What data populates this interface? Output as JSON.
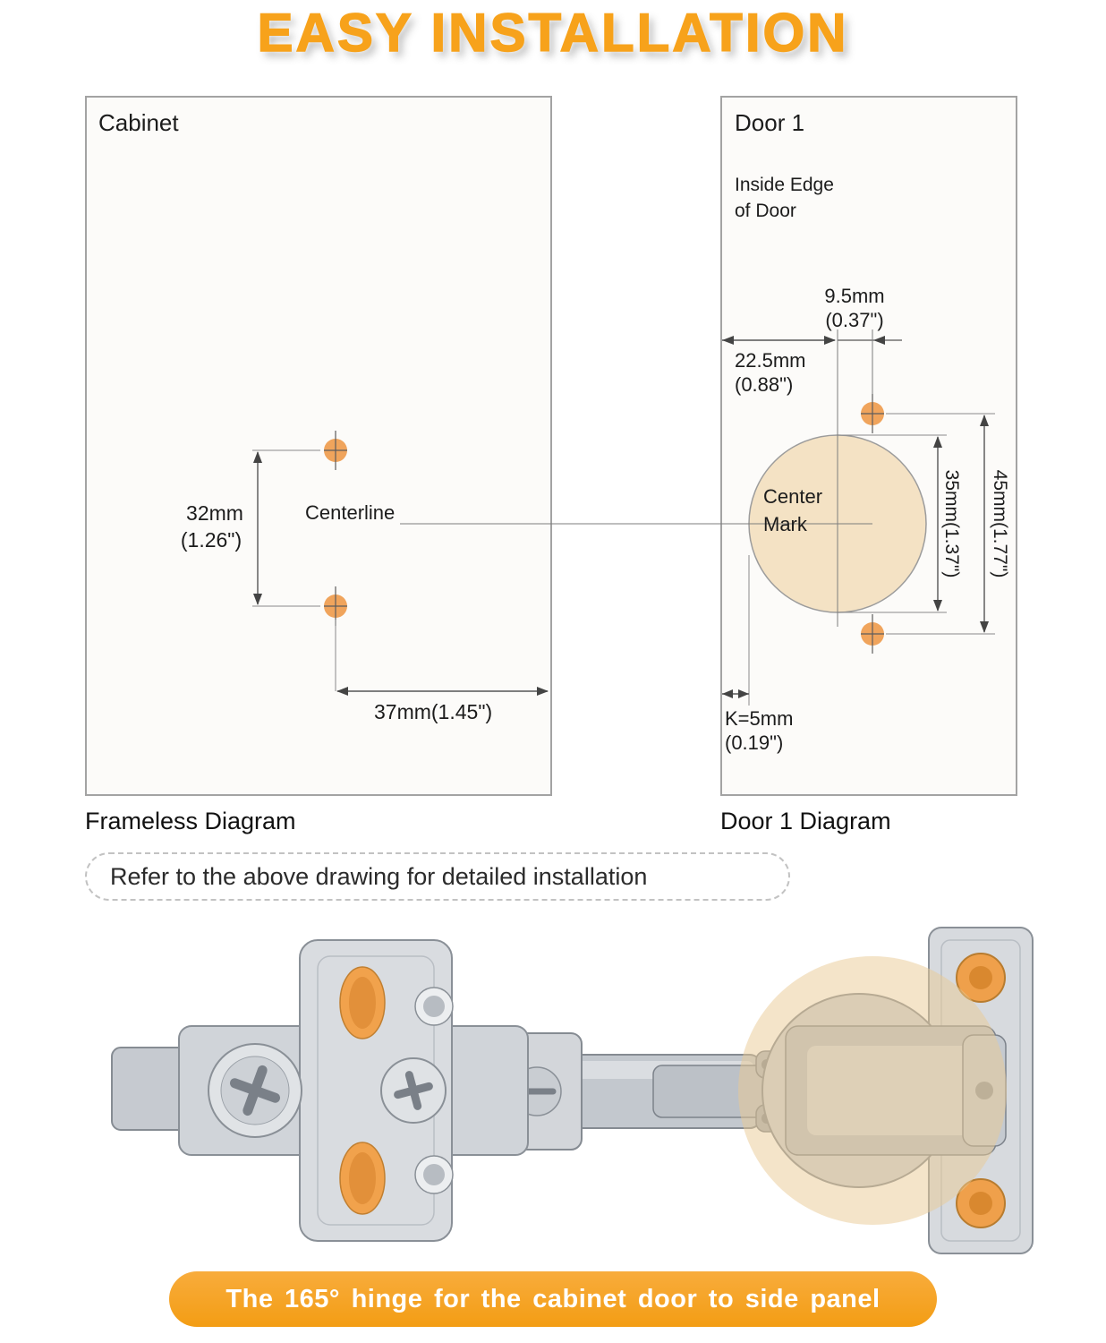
{
  "title": "EASY INSTALLATION",
  "cabinet_panel": {
    "label": "Cabinet",
    "dim_32": "32mm",
    "dim_32_in": "(1.26\")",
    "centerline_label": "Centerline",
    "dim_37": "37mm(1.45\")",
    "caption": "Frameless Diagram"
  },
  "door_panel": {
    "label": "Door 1",
    "inside_edge": "Inside Edge\nof Door",
    "dim_9_5": "9.5mm",
    "dim_9_5_in": "(0.37\")",
    "dim_22_5": "22.5mm",
    "dim_22_5_in": "(0.88\")",
    "center_mark": "Center\nMark",
    "dim_35": "35mm(1.37\")",
    "dim_45": "45mm(1.77\")",
    "dim_k": "K=5mm",
    "dim_k_in": "(0.19\")",
    "caption": "Door 1 Diagram"
  },
  "note": "Refer to the above drawing for detailed installation",
  "banner": "The 165° hinge for the cabinet door to side panel",
  "colors": {
    "accent_orange": "#F7A21B",
    "hole_orange": "#F0A45C",
    "cup_beige": "#F4E2C4",
    "banner_orange": "#F39D14",
    "line_gray": "#555555",
    "panel_border": "#A3A3A3"
  }
}
